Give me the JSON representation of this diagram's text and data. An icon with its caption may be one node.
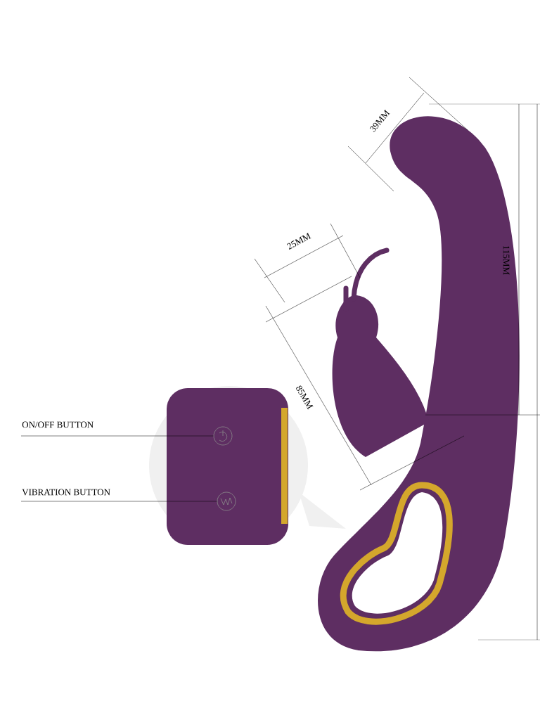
{
  "diagram": {
    "nodes": [
      {
        "text": [
          "ON/OFF BUTTON"
        ]
      },
      {
        "text": [],
        "shape": "circle"
      },
      {
        "text": [
          "VIBRATION BUTTON"
        ]
      },
      {
        "text": [],
        "shape": "circle"
      }
    ],
    "edges": [
      {
        "from": 0,
        "to": 1,
        "arrow": "none"
      },
      {
        "from": 2,
        "to": 3,
        "arrow": "none"
      }
    ],
    "labels": [
      "39MM",
      "25MM",
      "115MM",
      "85MM"
    ]
  }
}
